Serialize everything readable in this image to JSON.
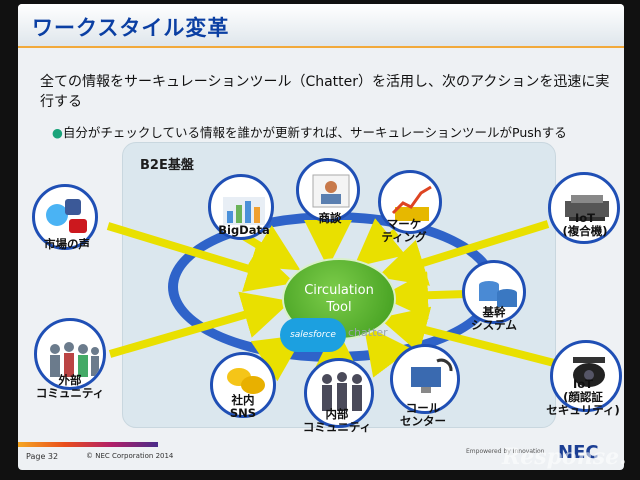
{
  "slide": {
    "title": "ワークスタイル変革",
    "body": "全ての情報をサーキュレーションツール（Chatter）を活用し、次のアクションを迅速に実行する",
    "bullet": "自分がチェックしている情報を誰かが更新すれば、サーキュレーションツールがPushする",
    "bullet_marker": "●",
    "b2e_label": "B2E基盤",
    "center_line1": "Circulation",
    "center_line2": "Tool",
    "salesforce": "salesforce",
    "chatter": "chatter",
    "nodes": {
      "market_voice": "市場の声",
      "external_community": "外部\nコミュニティ",
      "bigdata": "BigData",
      "negotiation": "商談",
      "marketing": "マーケ\nティング",
      "iot_mfp": "IoT\n(複合機)",
      "core_system": "基幹\nシステム",
      "iot_face": "IoT\n(顔認証\nセキュリティ)",
      "internal_sns": "社内\nSNS",
      "internal_community": "内部\nコミュニティ",
      "call_center": "コール\nセンター"
    },
    "footer_page": "Page 32",
    "footer_copyright": "© NEC Corporation 2014",
    "footer_empowered": "Empowered by Innovation",
    "footer_logo": "NEC",
    "watermark": "Response."
  },
  "colors": {
    "title": "#0b3fa3",
    "arrow": "#e9e000",
    "ring": "#2f63c9",
    "center": "#4aa625"
  }
}
